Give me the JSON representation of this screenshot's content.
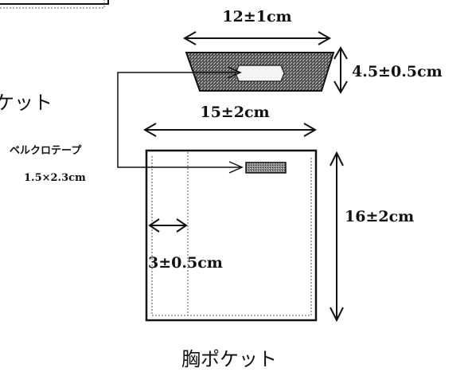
{
  "labels": {
    "flap_width": "12±1cm",
    "flap_height": "4.5±0.5cm",
    "pocket_width": "15±2cm",
    "pocket_height": "16±2cm",
    "pen_slot_width": "3±0.5cm",
    "velcro_label": "ベルクロテープ",
    "velcro_size": "1.5×2.3cm",
    "left_partial": "ケット",
    "bottom_title": "胸ポケット"
  },
  "colors": {
    "line": "#111111",
    "stitch": "#555555",
    "flap_fill": "#6a6a6a",
    "velcro_fill": "#777777"
  }
}
